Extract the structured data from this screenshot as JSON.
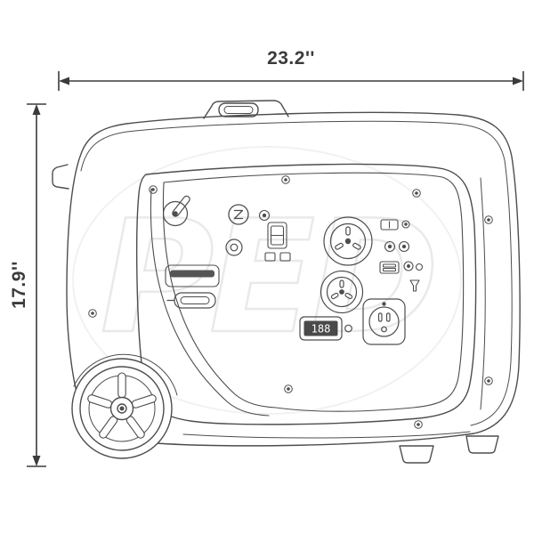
{
  "diagram": {
    "dimensions": {
      "width_label": "23.2''",
      "height_label": "17.9''"
    },
    "watermark": {
      "text": "PED"
    },
    "control_panel": {
      "display_value": "188"
    },
    "colors": {
      "line": "#4d4d4d",
      "dimension_text": "#3b3b3b",
      "watermark": "#e7e7e7",
      "display_background": "#4a4a4a",
      "background": "#ffffff"
    }
  }
}
